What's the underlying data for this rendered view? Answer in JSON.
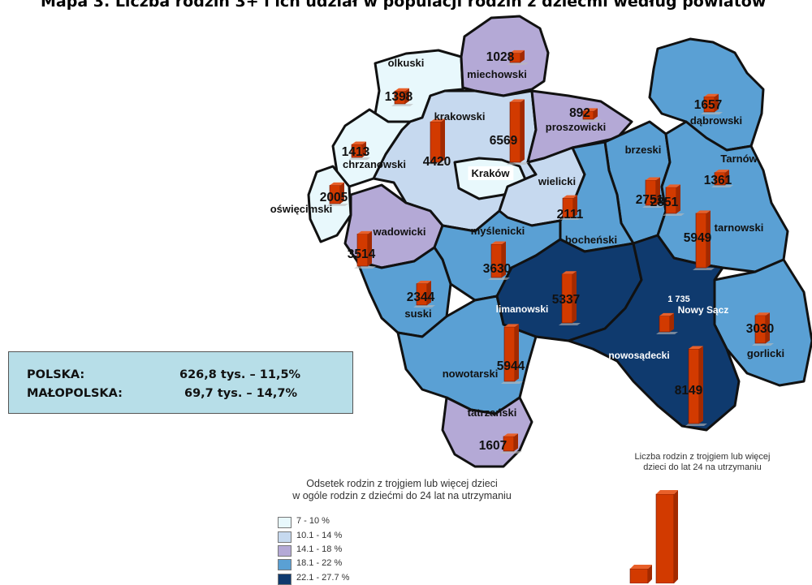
{
  "title": "Mapa 3. Liczba rodzin 3+ i ich udział w populacji rodzin z dziećmi według powiatów",
  "summary": {
    "rows": [
      {
        "label": "POLSKA:",
        "value": "626,8 tys. – 11,5%"
      },
      {
        "label": "MAŁOPOLSKA:",
        "value": "69,7 tys. – 14,7%"
      }
    ]
  },
  "legend": {
    "title_line1": "Odsetek rodzin z trojgiem lub więcej dzieci",
    "title_line2": "w ogóle rodzin z dziećmi do 24 lat na utrzymaniu",
    "classes": [
      {
        "label": "7 - 10 %",
        "color": "#e8f8fc"
      },
      {
        "label": "10.1 - 14 %",
        "color": "#c6d9ef"
      },
      {
        "label": "14.1 - 18 %",
        "color": "#b4a9d6"
      },
      {
        "label": "18.1 - 22 %",
        "color": "#5aa0d4"
      },
      {
        "label": "22.1 - 27.7 %",
        "color": "#0f3a6e"
      }
    ]
  },
  "bar_legend": {
    "title_line1": "Liczba rodzin z trojgiem lub więcej",
    "title_line2": "dzieci do lat 24 na utrzymaniu"
  },
  "bar_color": "#d23a00",
  "districts": [
    {
      "name": "olkuski",
      "value": "1398",
      "value_num": 1398,
      "class": 0
    },
    {
      "name": "miechowski",
      "value": "1028",
      "value_num": 1028,
      "class": 2
    },
    {
      "name": "krakowski",
      "value": "6569",
      "value_num": 6569,
      "class": 1
    },
    {
      "name": "proszowicki",
      "value": "892",
      "value_num": 892,
      "class": 2
    },
    {
      "name": "dąbrowski",
      "value": "1657",
      "value_num": 1657,
      "class": 3
    },
    {
      "name": "chrzanowski",
      "value": "1413",
      "value_num": 1413,
      "class": 0
    },
    {
      "name": "Kraków",
      "value": "4420",
      "value_num": 4420,
      "class": 0
    },
    {
      "name": "brzeski",
      "value": "2751",
      "value_num": 2751,
      "class": 3
    },
    {
      "name": "Tarnów",
      "value": "1361",
      "value_num": 1361,
      "class": 0
    },
    {
      "name": "oświęcimski",
      "value": "2005",
      "value_num": 2005,
      "class": 0
    },
    {
      "name": "wielicki",
      "value": "2111",
      "value_num": 2111,
      "class": 1
    },
    {
      "name": "bocheński",
      "value": "2851",
      "value_num": 2851,
      "class": 3
    },
    {
      "name": "tarnowski",
      "value": "5949",
      "value_num": 5949,
      "class": 3
    },
    {
      "name": "wadowicki",
      "value": "3514",
      "value_num": 3514,
      "class": 2
    },
    {
      "name": "myślenicki",
      "value": "3630",
      "value_num": 3630,
      "class": 3
    },
    {
      "name": "suski",
      "value": "2344",
      "value_num": 2344,
      "class": 3
    },
    {
      "name": "limanowski",
      "value": "5337",
      "value_num": 5337,
      "class": 4
    },
    {
      "name": "Nowy Sącz",
      "value": "1 735",
      "value_num": 1735,
      "class": 2
    },
    {
      "name": "gorlicki",
      "value": "3030",
      "value_num": 3030,
      "class": 3
    },
    {
      "name": "nowotarski",
      "value": "5944",
      "value_num": 5944,
      "class": 3
    },
    {
      "name": "nowosądecki",
      "value": "8149",
      "value_num": 8149,
      "class": 4
    },
    {
      "name": "tatrzański",
      "value": "1607",
      "value_num": 1607,
      "class": 2
    }
  ]
}
